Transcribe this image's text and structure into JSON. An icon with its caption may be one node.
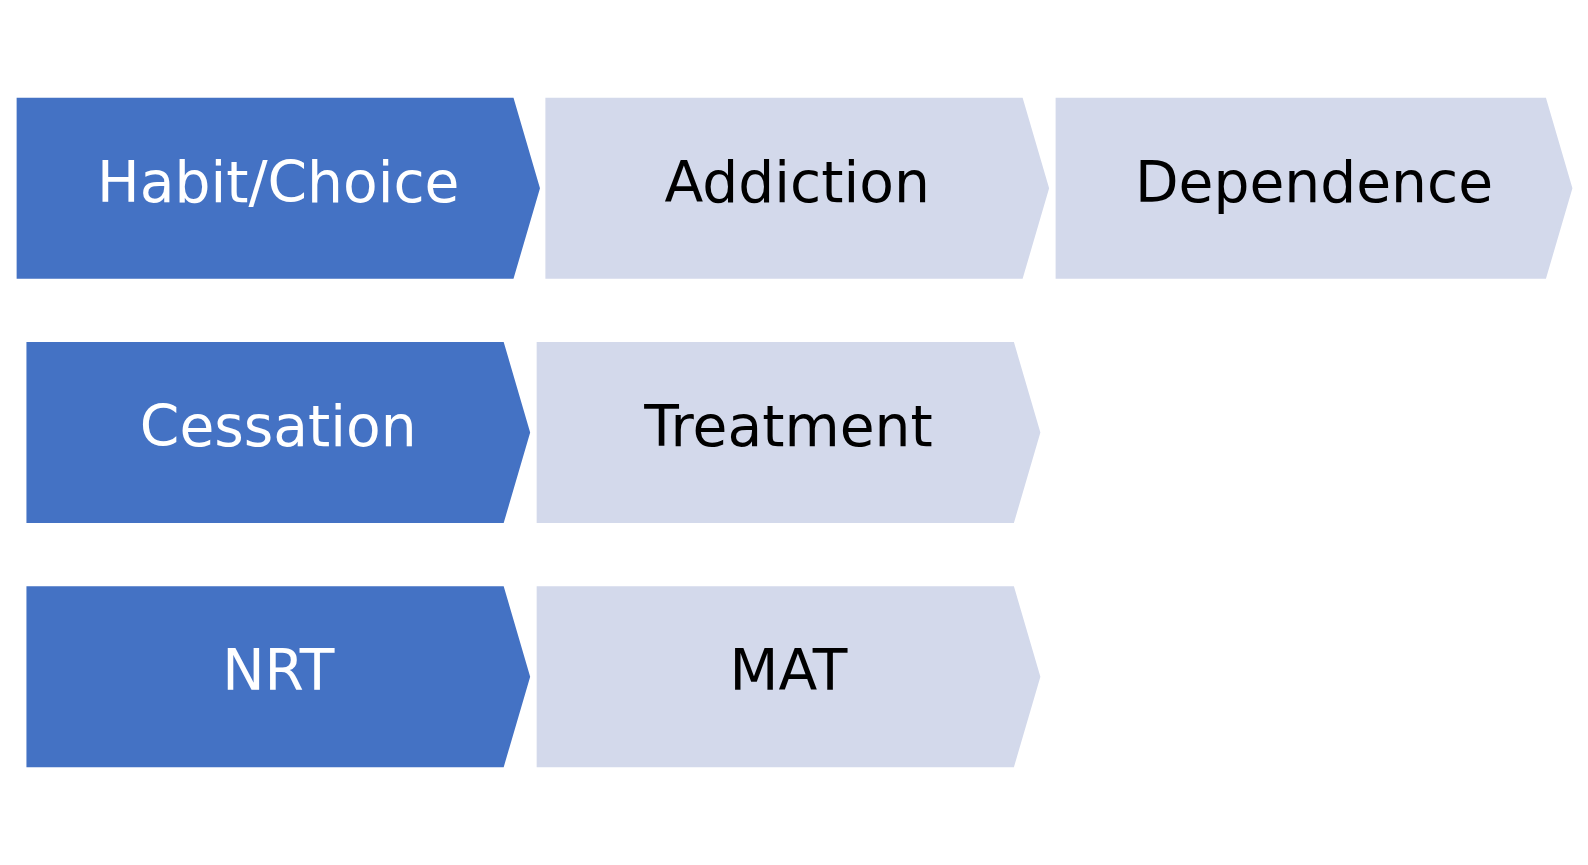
{
  "diagram": {
    "nodes": [
      {
        "text": [
          "Habit/Choice"
        ]
      },
      {
        "text": [
          "Addiction"
        ]
      },
      {
        "text": [
          "Dependence"
        ]
      },
      {
        "text": [
          "Cessation"
        ]
      },
      {
        "text": [
          "Treatment"
        ]
      },
      {
        "text": [
          "NRT"
        ]
      },
      {
        "text": [
          "MAT"
        ]
      }
    ]
  }
}
